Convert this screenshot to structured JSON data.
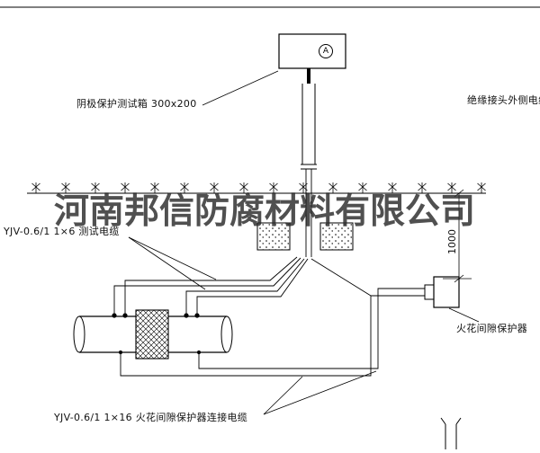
{
  "watermark": "河南邦信防腐材料有限公司",
  "labels": {
    "test_box": "阴极保护测试箱 300x200",
    "outer_cable": "绝缘接头外侧电缆",
    "test_cable": "YJV-0.6/1 1×6 测试电缆",
    "dimension": "1000",
    "spark_gap": "火花间隙保护器",
    "spark_cable": "YJV-0.6/1 1×16 火花间隙保护器连接电缆",
    "ammeter": "A"
  },
  "colors": {
    "line": "#000000",
    "watermark_color": "#2a2a2a"
  }
}
